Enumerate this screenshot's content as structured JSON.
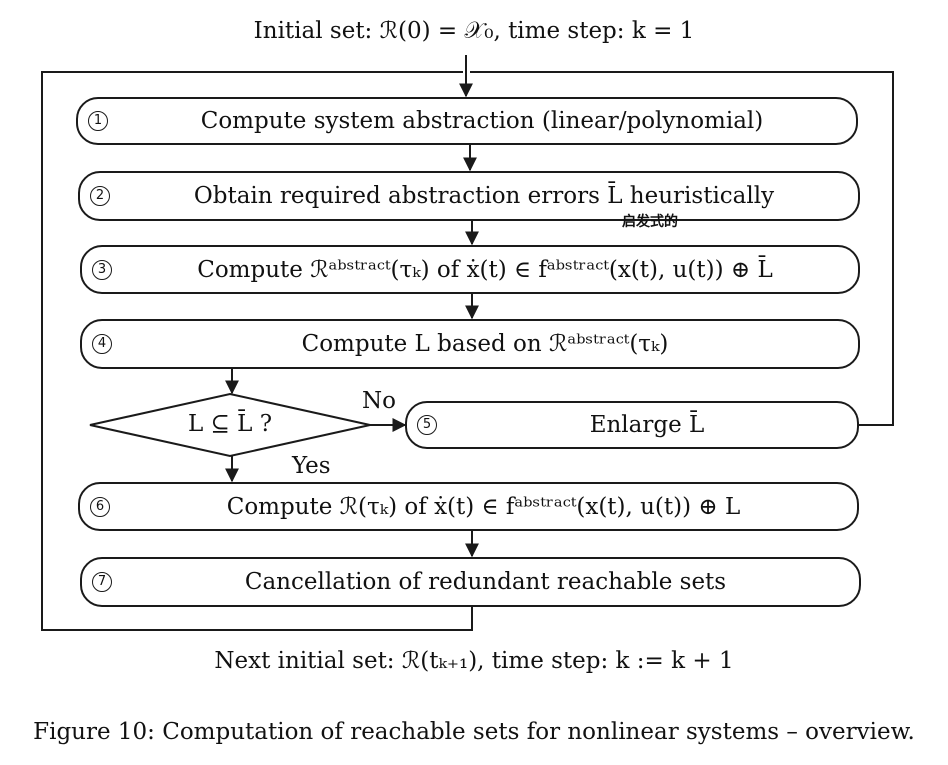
{
  "header_text": "Initial set: ℛ(0) = 𝒳₀, time step: k = 1",
  "steps": [
    {
      "num": "1",
      "text": "Compute system abstraction (linear/polynomial)"
    },
    {
      "num": "2",
      "text": "Obtain required abstraction errors L̄ heuristically"
    },
    {
      "num": "3",
      "text": "Compute ℛᵃᵇˢᵗʳᵃᶜᵗ(τₖ) of ẋ(t) ∈ fᵃᵇˢᵗʳᵃᶜᵗ(x(t), u(t)) ⊕ L̄"
    },
    {
      "num": "4",
      "text": "Compute L based on ℛᵃᵇˢᵗʳᵃᶜᵗ(τₖ)"
    },
    {
      "num": "5",
      "text": "Enlarge L̄"
    },
    {
      "num": "6",
      "text": "Compute ℛ(τₖ) of ẋ(t) ∈ fᵃᵇˢᵗʳᵃᶜᵗ(x(t), u(t)) ⊕ L"
    },
    {
      "num": "7",
      "text": "Cancellation of redundant reachable sets"
    }
  ],
  "decision": {
    "text": "L ⊆ L̄ ?",
    "no_label": "No",
    "yes_label": "Yes"
  },
  "annotation": "启发式的",
  "footer_text": "Next initial set: ℛ(tₖ₊₁), time step: k := k + 1",
  "caption": "Figure 10: Computation of reachable sets for nonlinear systems – overview.",
  "colors": {
    "line": "#1a1a1a",
    "background": "#ffffff",
    "text": "#111111"
  }
}
